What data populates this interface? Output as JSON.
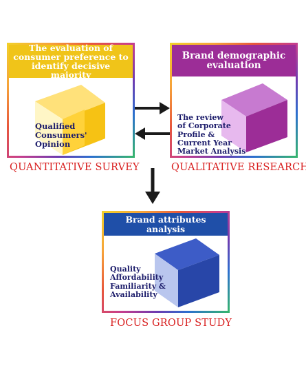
{
  "panels": {
    "quantitative": {
      "header": "The evaluation of consumer preference to identify decisive majority",
      "label_lines": [
        "Qualified",
        "Consumers'",
        "Opinion"
      ],
      "caption": "QUANTITATIVE  SURVEY"
    },
    "qualitative": {
      "header": "Brand demographic evaluation",
      "label_lines": [
        "The review",
        "of Corporate",
        "Profile &",
        "Current Year",
        "Market Analysis"
      ],
      "caption": "QUALITATIVE RESEARCH"
    },
    "focus": {
      "header": "Brand attributes analysis",
      "label_lines": [
        "Quality",
        "Affordability",
        "Familiarity &",
        "Availability"
      ],
      "caption": "FOCUS GROUP STUDY"
    }
  },
  "colors": {
    "quantitative_header": "#f0c419",
    "qualitative_header": "#9c2d97",
    "focus_header": "#1f4fa8",
    "caption": "#d81e1e",
    "arrow": "#1a1a1a"
  }
}
